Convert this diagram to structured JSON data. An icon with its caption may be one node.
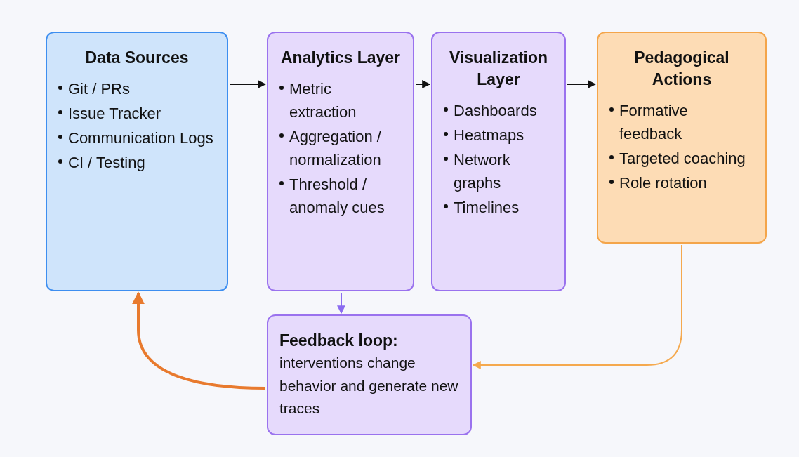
{
  "diagram": {
    "nodes": [
      {
        "text": [
          "Data Sources",
          "Git / PRs",
          "Issue Tracker",
          "Communication Logs",
          "CI / Testing"
        ]
      },
      {
        "text": [
          "Analytics Layer",
          "Metric extraction",
          "Aggregation / normalization",
          "Threshold / anomaly cues"
        ]
      },
      {
        "text": [
          "Visualization Layer",
          "Dashboards",
          "Heatmaps",
          "Network graphs",
          "Timelines"
        ]
      },
      {
        "text": [
          "Pedagogical Actions",
          "Formative feedback",
          "Targeted coaching",
          "Role rotation"
        ]
      },
      {
        "text": [
          "Feedback loop:",
          "interventions change behavior and generate new traces"
        ]
      }
    ],
    "edges": [
      {
        "from": 0,
        "to": 1,
        "arrow": "to"
      },
      {
        "from": 1,
        "to": 2,
        "arrow": "to"
      },
      {
        "from": 2,
        "to": 3,
        "arrow": "to"
      },
      {
        "from": 1,
        "to": 4,
        "arrow": "to",
        "color": "#8b6cf0"
      },
      {
        "from": 3,
        "to": 4,
        "arrow": "to",
        "color": "#f5a94e"
      },
      {
        "from": 4,
        "to": 0,
        "arrow": "to",
        "color": "#e87a2e",
        "style": "thick"
      }
    ]
  }
}
